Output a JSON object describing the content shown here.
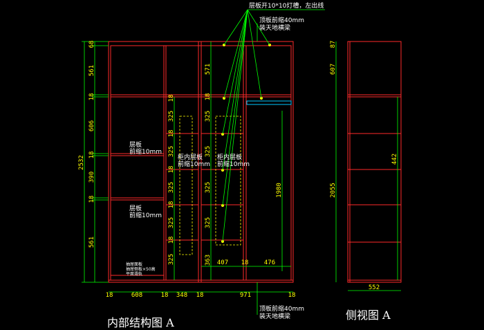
{
  "colors": {
    "background": "#000000",
    "cabinet": "#ff2a2a",
    "dimension": "#00ff00",
    "dimension_text": "#ffff00",
    "note_text": "#ffffff",
    "leader": "#00ff00",
    "hanging_rod": "#00c8ff"
  },
  "notes": {
    "top_light_slot": "层板开10*10灯槽，左出线",
    "top_shelf_inset": "顶板前缩40mm",
    "top_beam": "装天地横梁",
    "bottom_shelf_inset": "顶板前缩40mm",
    "bottom_beam": "装天地横梁",
    "shelf_inset_1_line1": "层板",
    "shelf_inset_1_line2": "前缩10mm",
    "shelf_inset_2_line1": "层板",
    "shelf_inset_2_line2": "前缩10mm",
    "inner_shelf_1_line1": "柜内层板",
    "inner_shelf_1_line2": "前缩10mm",
    "inner_shelf_2_line1": "柜内层板",
    "inner_shelf_2_line2": "前缩10mm",
    "drawer_note_line1": "抽屉面板",
    "drawer_note_line2": "抽屉侧板×50高",
    "drawer_note_line3": "平面滑轨"
  },
  "dims": {
    "left_total": "2532",
    "left_segments": [
      "68",
      "561",
      "18",
      "606",
      "18",
      "390",
      "18",
      "561"
    ],
    "center_left_segments": [
      "18",
      "325",
      "18",
      "325",
      "18",
      "325",
      "18",
      "325",
      "18",
      "325"
    ],
    "center_mid_segments": [
      "571",
      "18",
      "325",
      "325",
      "325",
      "325",
      "363"
    ],
    "bottom_left": [
      "18",
      "608",
      "18",
      "348",
      "18"
    ],
    "bottom_right": [
      "971",
      "18"
    ],
    "inner_widths": [
      "407",
      "18",
      "476"
    ],
    "right_height": "1980",
    "side_total": "2055",
    "side_segments": [
      "87",
      "607"
    ],
    "side_inner": "442",
    "side_depth": "552"
  },
  "captions": {
    "front": "内部结构图 A",
    "side": "侧视图 A"
  }
}
